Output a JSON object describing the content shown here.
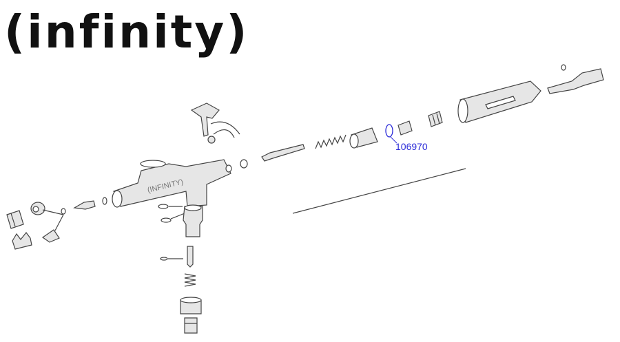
{
  "logo": {
    "text": "(infinity)"
  },
  "body_engraving": "(INFINITY)",
  "callouts": [
    {
      "part_number": "106970",
      "color": "#2a2ad8"
    }
  ]
}
